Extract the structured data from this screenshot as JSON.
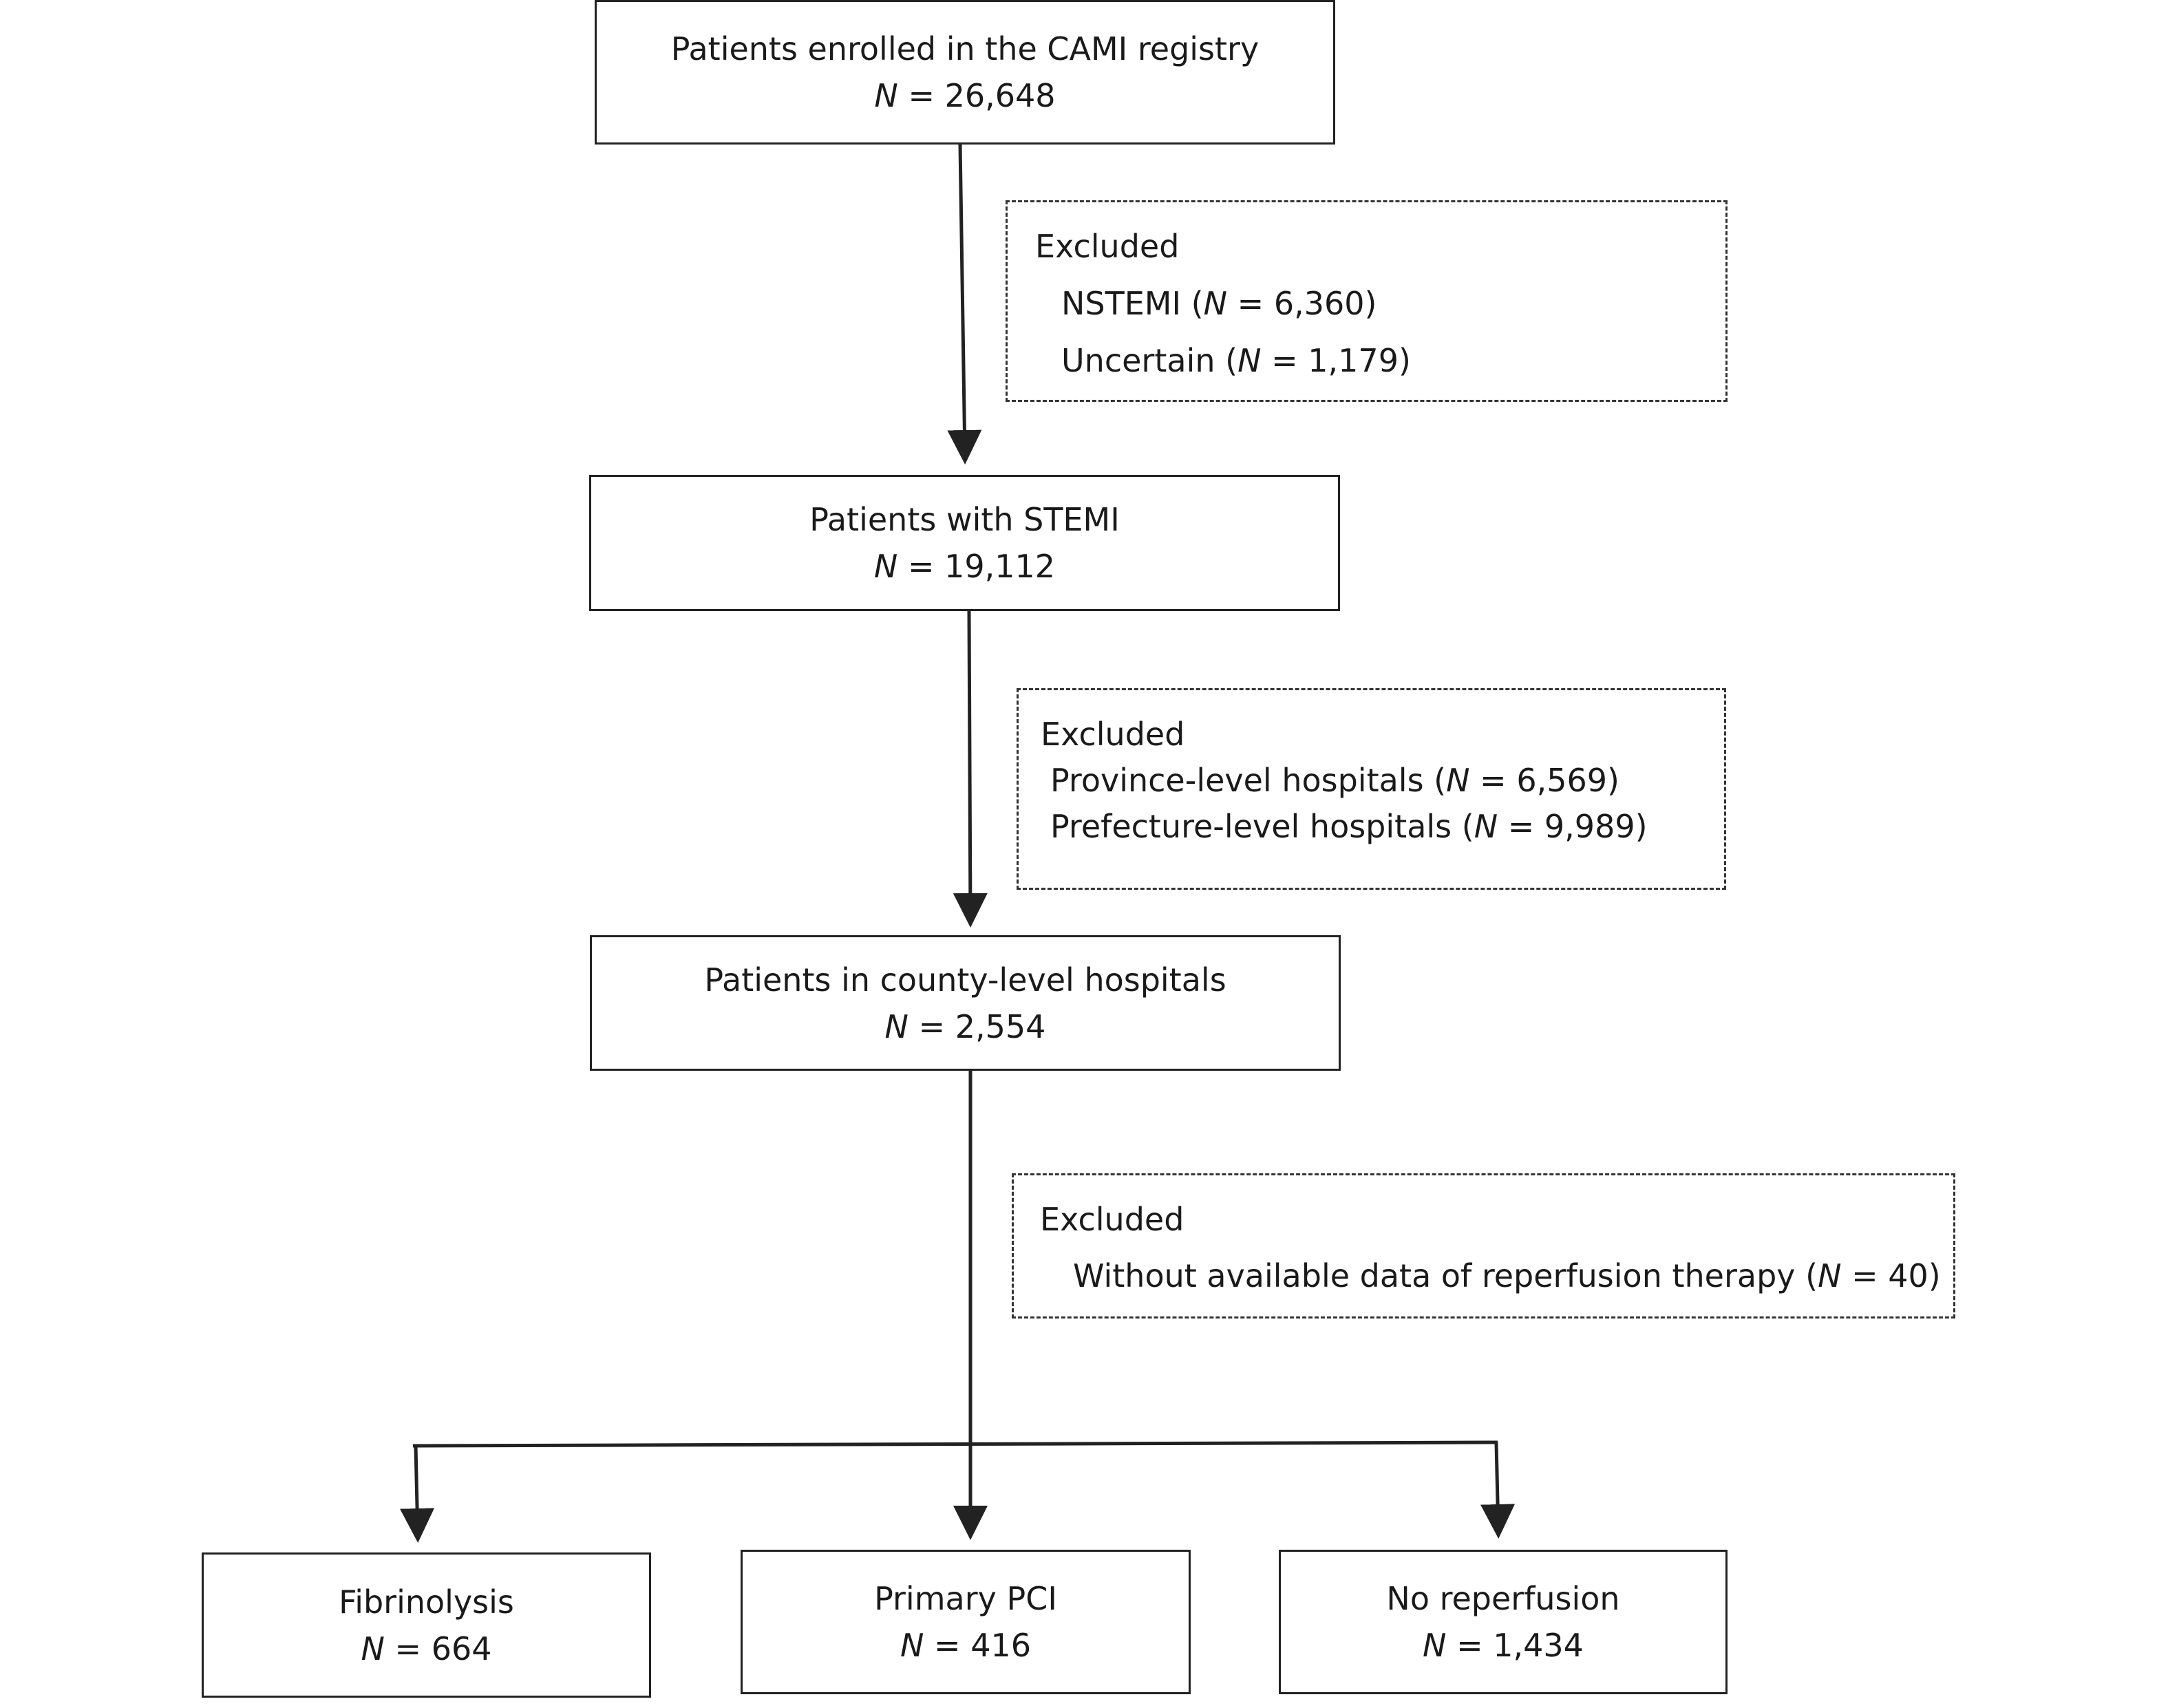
{
  "nodes": {
    "enrolled": {
      "title": "Patients enrolled in the CAMI registry",
      "n_label": "N",
      "n_value": "= 26,648"
    },
    "stemi": {
      "title": "Patients with STEMI",
      "n_label": "N",
      "n_value": "= 19,112"
    },
    "county": {
      "title": "Patients in county-level hospitals",
      "n_label": "N",
      "n_value": "= 2,554"
    },
    "fibrinolysis": {
      "title": "Fibrinolysis",
      "n_label": "N",
      "n_value": "= 664"
    },
    "pci": {
      "title": "Primary PCI",
      "n_label": "N",
      "n_value": "= 416"
    },
    "none": {
      "title": "No reperfusion",
      "n_label": "N",
      "n_value": "= 1,434"
    }
  },
  "exclusions": [
    {
      "header": "Excluded",
      "items": [
        {
          "pre": "NSTEMI (",
          "n_label": "N",
          "post": " = 6,360)"
        },
        {
          "pre": "Uncertain (",
          "n_label": "N",
          "post": " = 1,179)"
        }
      ]
    },
    {
      "header": "Excluded",
      "items": [
        {
          "pre": "Province-level hospitals (",
          "n_label": "N",
          "post": " = 6,569)"
        },
        {
          "pre": "Prefecture-level hospitals (",
          "n_label": "N",
          "post": " = 9,989)"
        }
      ]
    },
    {
      "header": "Excluded",
      "items": [
        {
          "pre": "Without available data of reperfusion therapy (",
          "n_label": "N",
          "post": " = 40)"
        }
      ]
    }
  ]
}
